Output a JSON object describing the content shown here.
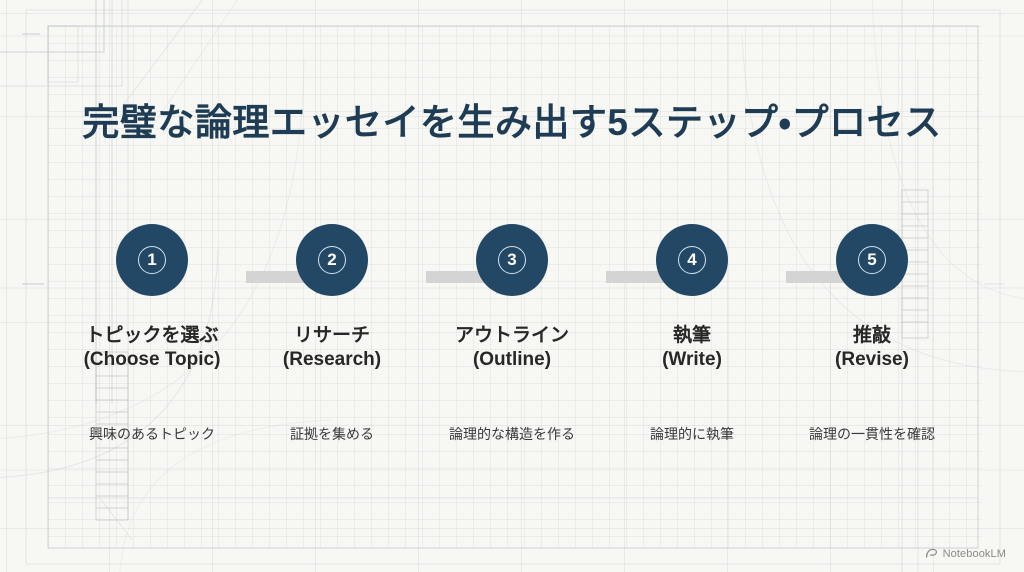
{
  "slide": {
    "title": "完璧な論理エッセイを生み出す5ステップ・プロセス",
    "background_color": "#f7f7f3",
    "accent_color": "#234866",
    "title_color": "#1f3c55",
    "arrow_color": "#d4d4d4"
  },
  "steps": [
    {
      "number": "1",
      "label_ja": "トピックを選ぶ",
      "label_en": "(Choose Topic)",
      "description": "興味のあるトピック"
    },
    {
      "number": "2",
      "label_ja": "リサーチ",
      "label_en": "(Research)",
      "description": "証拠を集める"
    },
    {
      "number": "3",
      "label_ja": "アウトライン",
      "label_en": "(Outline)",
      "description": "論理的な構造を作る"
    },
    {
      "number": "4",
      "label_ja": "執筆",
      "label_en": "(Write)",
      "description": "論理的に執筆"
    },
    {
      "number": "5",
      "label_ja": "推敲",
      "label_en": "(Revise)",
      "description": "論理の一貫性を確認"
    }
  ],
  "watermark": {
    "icon": "notebooklm-logo-icon",
    "label": "NotebookLM"
  }
}
